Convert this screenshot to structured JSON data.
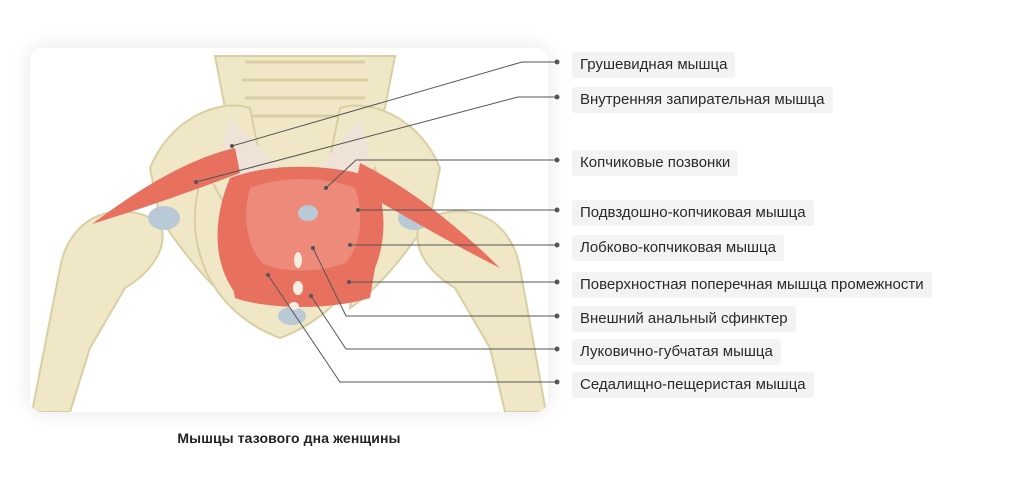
{
  "caption": "Мышцы тазового дна женщины",
  "labels": [
    "Грушевидная мышца",
    "Внутренняя запирательная мышца",
    "Копчиковые позвонки",
    "Подвздошно-копчиковая мышца",
    "Лобково-копчиковая мышца",
    "Поверхностная поперечная мышца промежности",
    "Внешний анальный сфинктер",
    "Луковично-губчатая мышца",
    "Седалищно-пещеристая мышца"
  ],
  "colors": {
    "bone": "#efe7c6",
    "bone_outline": "#d9cfa4",
    "muscle": "#e8705f",
    "muscle_light": "#f2a08f",
    "ligament": "#efe3d8",
    "cartilage": "#b9c9d6",
    "leader_line": "#555555",
    "label_bg": "#f3f3f3"
  }
}
